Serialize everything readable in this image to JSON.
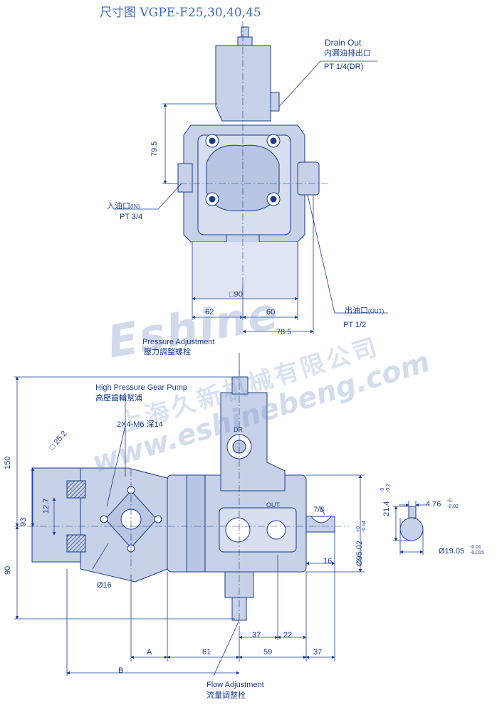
{
  "title": "尺寸图 VGPE-F25,30,40,45",
  "top_view": {
    "drain_out": "Drain Out",
    "drain_out_cn": "内漏油排出口",
    "drain_thread": "PT 1/4(DR)",
    "inlet_cn": "入油口",
    "inlet_code": "(IN)",
    "inlet_thread": "PT 3/4",
    "outlet_cn": "出油口",
    "outlet_code": "(OUT)",
    "outlet_thread": "PT 1/2",
    "dim_height": "79.5",
    "dim_square": "□90",
    "dim_left": "62",
    "dim_right": "60",
    "dim_total": "78.5"
  },
  "front_view": {
    "pressure_adj": "Pressure Adjustment",
    "pressure_adj_cn": "壓力調整螺栓",
    "hp_pump": "High Pressure Gear Pump",
    "hp_pump_cn": "高壓齒輪幫浦",
    "screw": "2X4-M6 深14",
    "dr_mark": "DR",
    "out_mark": "OUT",
    "flow_adj": "Flow Adjustment",
    "flow_adj_cn": "流量調整栓",
    "dim_150": "150",
    "dim_93": "93",
    "dim_90": "90",
    "dim_12_7": "12.7",
    "dim_25_2": "□ 25.2",
    "dim_16_dia": "Ø16",
    "dim_7_8": "7/8",
    "dim_95": "Ø95.02",
    "dim_95_tol_up": "+0",
    "dim_95_tol_dn": "-0.04",
    "dim_16": "16",
    "dim_37a": "37",
    "dim_22": "22",
    "dim_A": "A",
    "dim_61": "61",
    "dim_59": "59",
    "dim_37b": "37",
    "dim_B": "B"
  },
  "shaft_detail": {
    "dim_21_4": "21.4",
    "dim_21_4_tol_up": "-0",
    "dim_21_4_tol_dn": "-0.2",
    "dim_4_76": "4.76",
    "dim_4_76_tol_up": "-0",
    "dim_4_76_tol_dn": "-0.02",
    "dim_19_05": "Ø19.05",
    "dim_19_05_tol_up": "-0.01",
    "dim_19_05_tol_dn": "-0.015"
  },
  "watermark": {
    "brand": "Eshine",
    "url": "www.eshinebeng.com",
    "company": "上海久新机械有限公司"
  },
  "colors": {
    "line": "#1a3a8c",
    "body": "#c7d2e8",
    "body_dark": "#9fb0d3",
    "text": "#1a3a8c"
  }
}
